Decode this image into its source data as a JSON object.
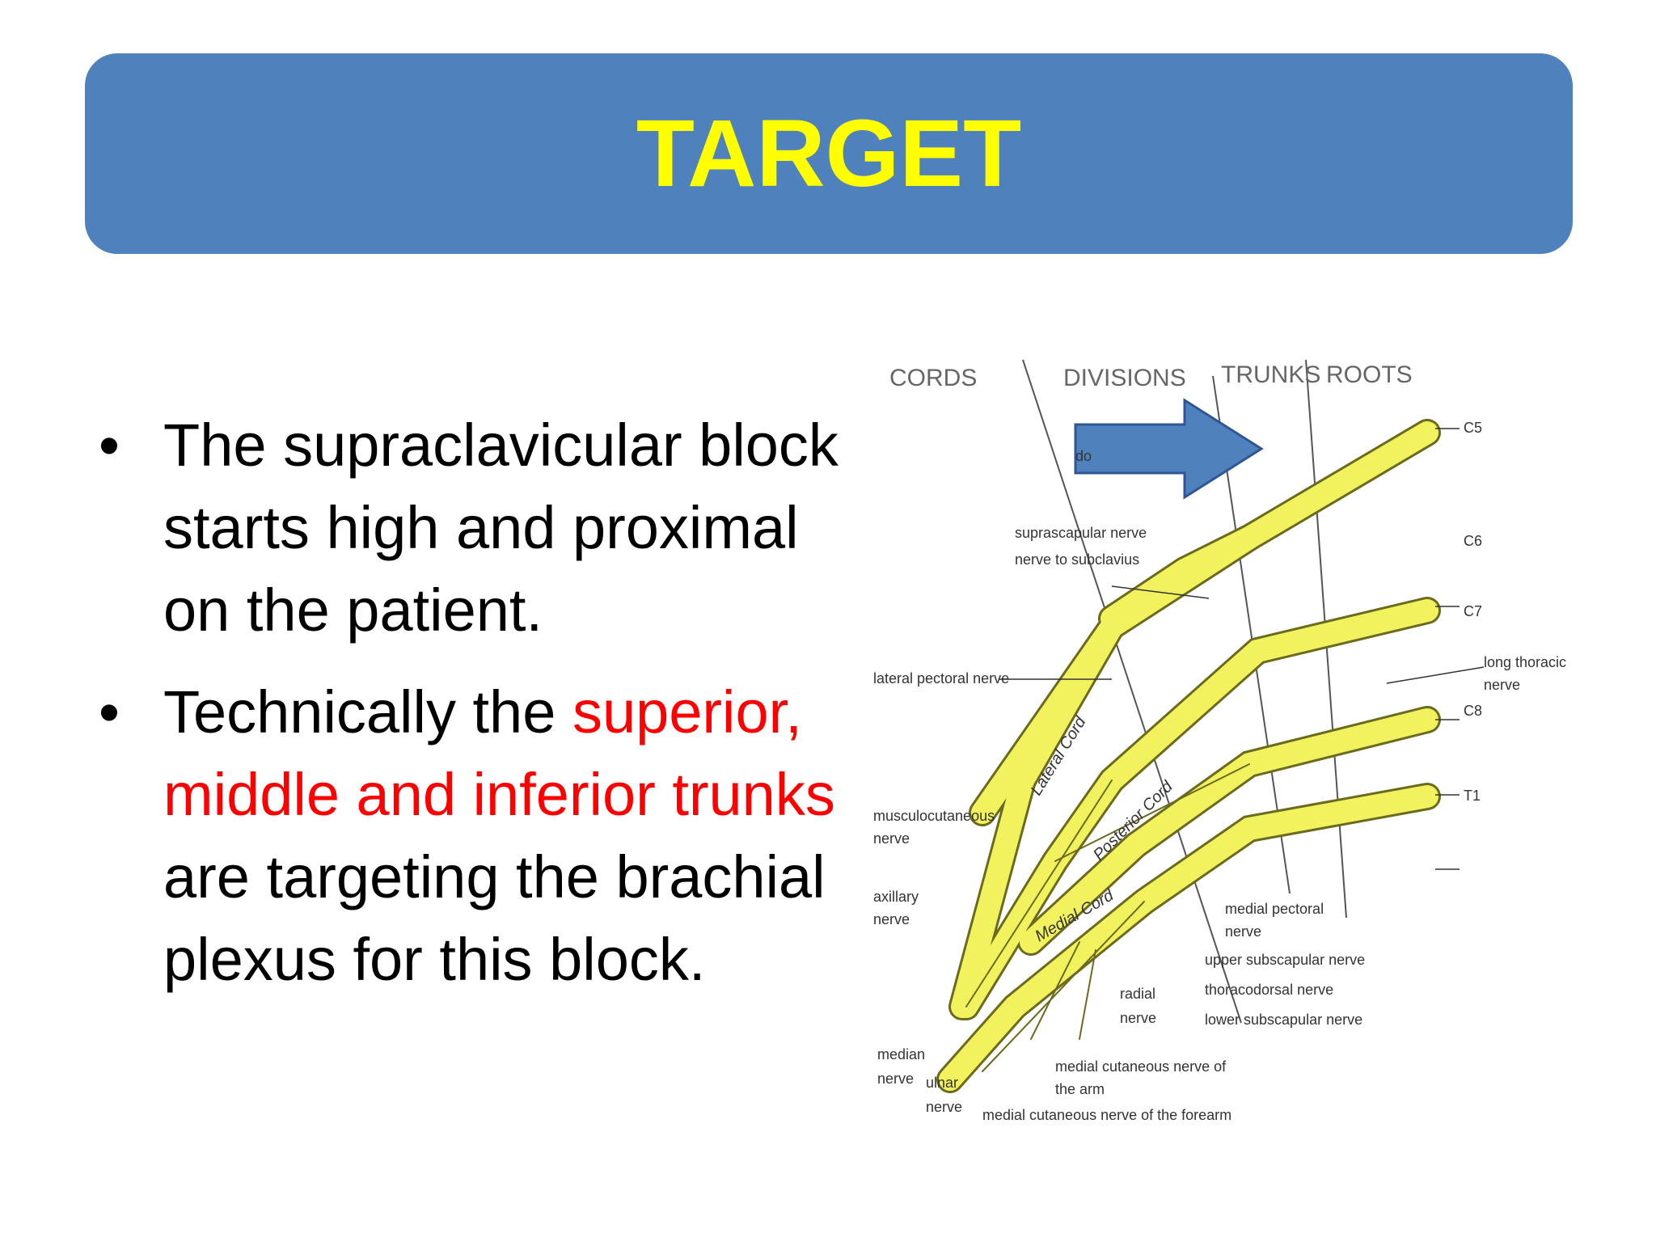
{
  "title": "TARGET",
  "bullets": [
    {
      "text": "The supraclavicular block starts high and proximal on the patient."
    },
    {
      "pre": "Technically the ",
      "highlight": "superior, middle and inferior trunks",
      "post": " are targeting the brachial plexus for this block."
    }
  ],
  "diagram": {
    "headers": {
      "cords": "CORDS",
      "divisions": "DIVISIONS",
      "trunks": "TRUNKS",
      "roots": "ROOTS"
    },
    "roots": {
      "c5": "C5",
      "c6": "C6",
      "c7": "C7",
      "c8": "C8",
      "t1": "T1"
    },
    "cord_labels": {
      "lateral": "Lateral Cord",
      "posterior": "Posterior Cord",
      "medial": "Medial Cord"
    },
    "labels": {
      "dorsal_partial": "do",
      "suprascapular": "suprascapular nerve",
      "subclavius": "nerve to subclavius",
      "lateral_pectoral": "lateral pectoral nerve",
      "long_thoracic_1": "long thoracic",
      "long_thoracic_2": "nerve",
      "musculocutaneous_1": "musculocutaneous",
      "musculocutaneous_2": "nerve",
      "axillary_1": "axillary",
      "axillary_2": "nerve",
      "medial_pectoral_1": "medial pectoral",
      "medial_pectoral_2": "nerve",
      "upper_subscapular": "upper subscapular nerve",
      "thoracodorsal": "thoracodorsal nerve",
      "lower_subscapular": "lower subscapular nerve",
      "radial_1": "radial",
      "radial_2": "nerve",
      "median_1": "median",
      "median_2": "nerve",
      "ulnar_1": "ulnar",
      "ulnar_2": "nerve",
      "med_cut_arm_1": "medial cutaneous nerve of",
      "med_cut_arm_2": "the arm",
      "med_cut_forearm": "medial cutaneous nerve of the forearm"
    },
    "colors": {
      "nerve_fill": "#f2f25e",
      "nerve_stroke": "#6b6b1f",
      "arrow": "#4f81bd"
    }
  }
}
